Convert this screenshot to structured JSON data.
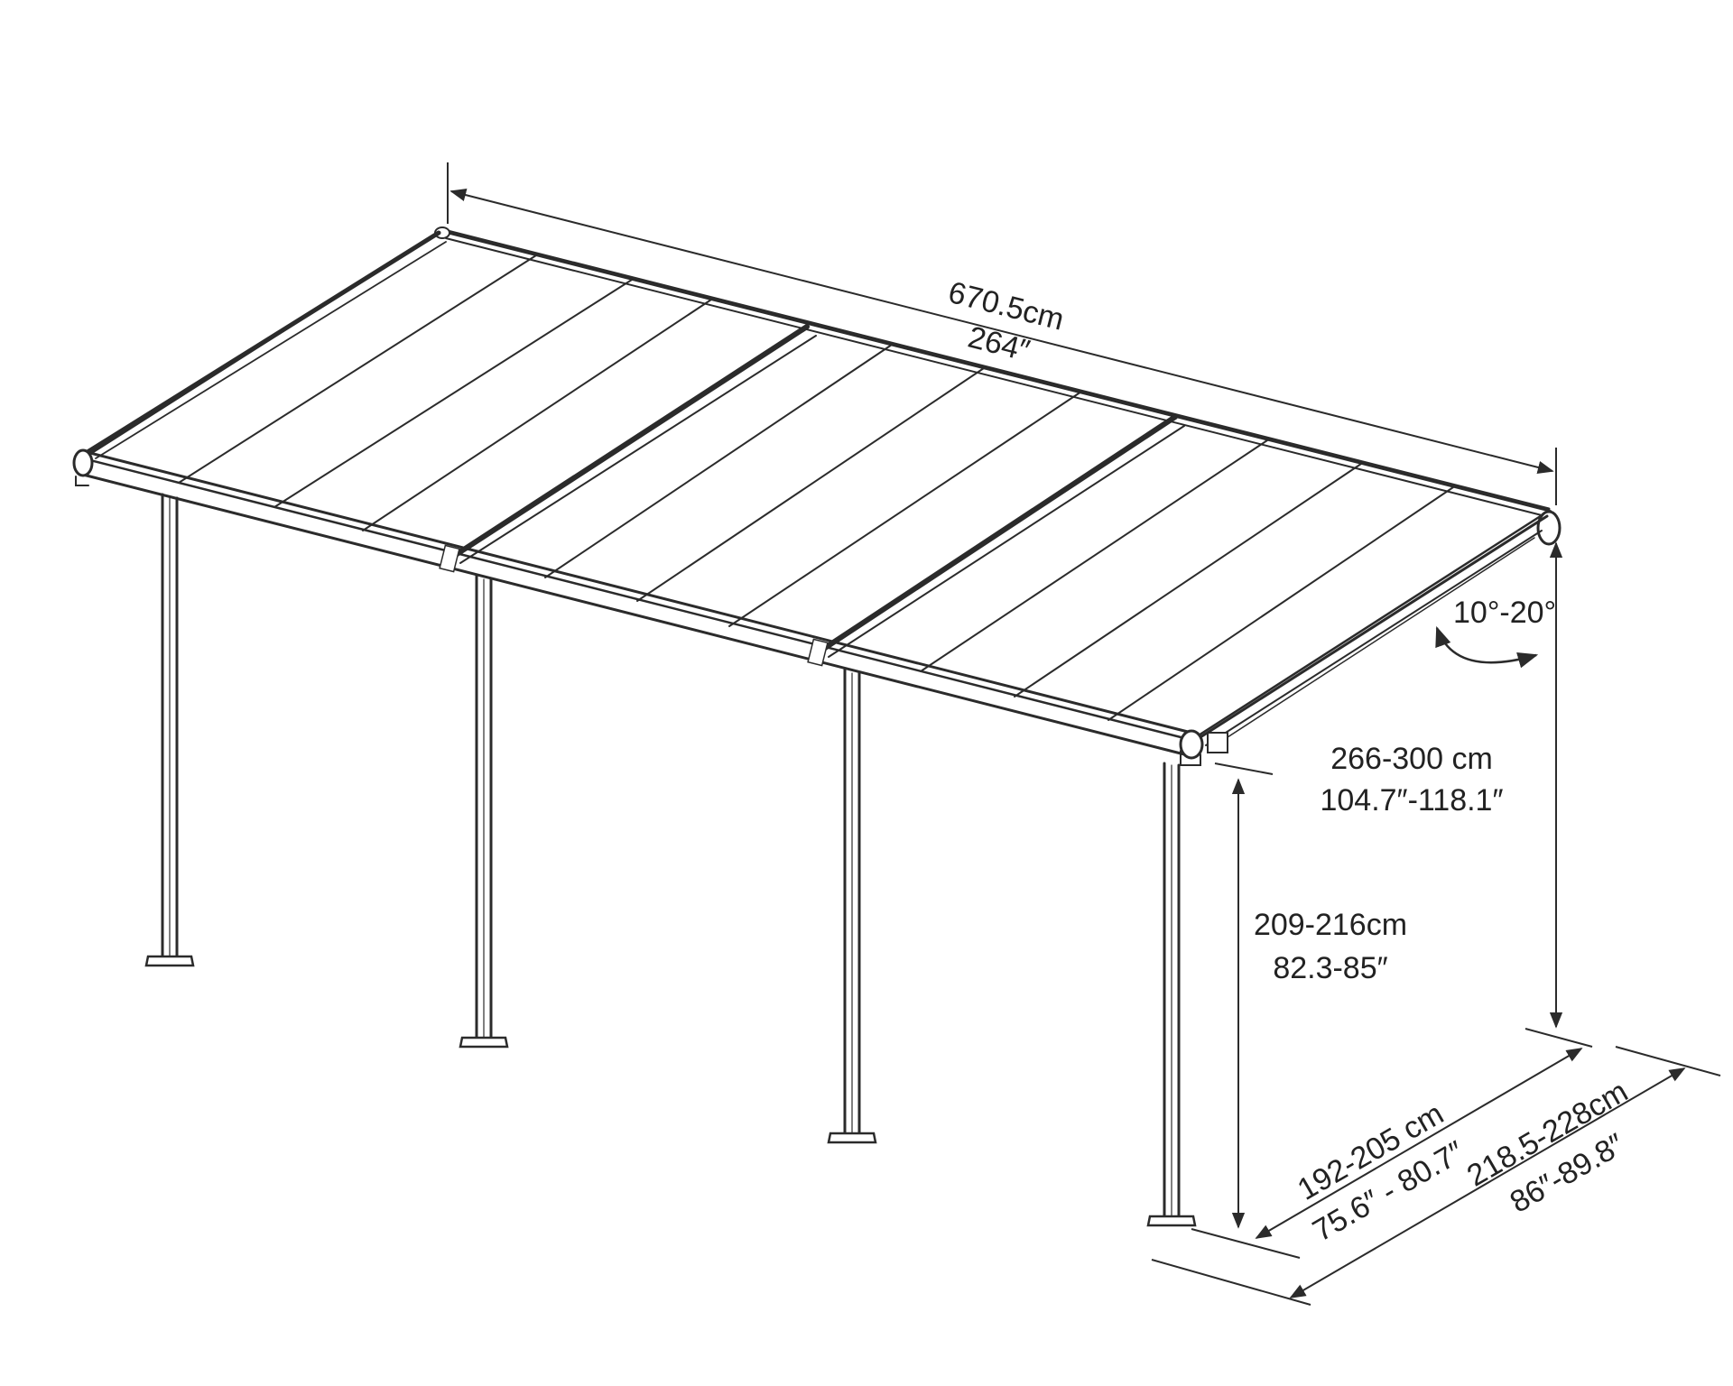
{
  "dimensions": {
    "length": {
      "metric": "670.5cm",
      "imperial": "264″"
    },
    "angle": {
      "text": "10°-20°"
    },
    "wall_height": {
      "metric": "266-300 cm",
      "imperial": "104.7″-118.1″"
    },
    "post_height": {
      "metric": "209-216cm",
      "imperial": "82.3-85″"
    },
    "post_depth": {
      "metric": "192-205 cm",
      "imperial": "75.6″ - 80.7″"
    },
    "total_depth": {
      "metric": "218.5-228cm",
      "imperial": "86″-89.8″"
    }
  },
  "colors": {
    "line": "#2b2b2b",
    "panel": "#ffffff",
    "text": "#222222"
  },
  "counts": {
    "posts": 4,
    "roof_sections": 3
  }
}
